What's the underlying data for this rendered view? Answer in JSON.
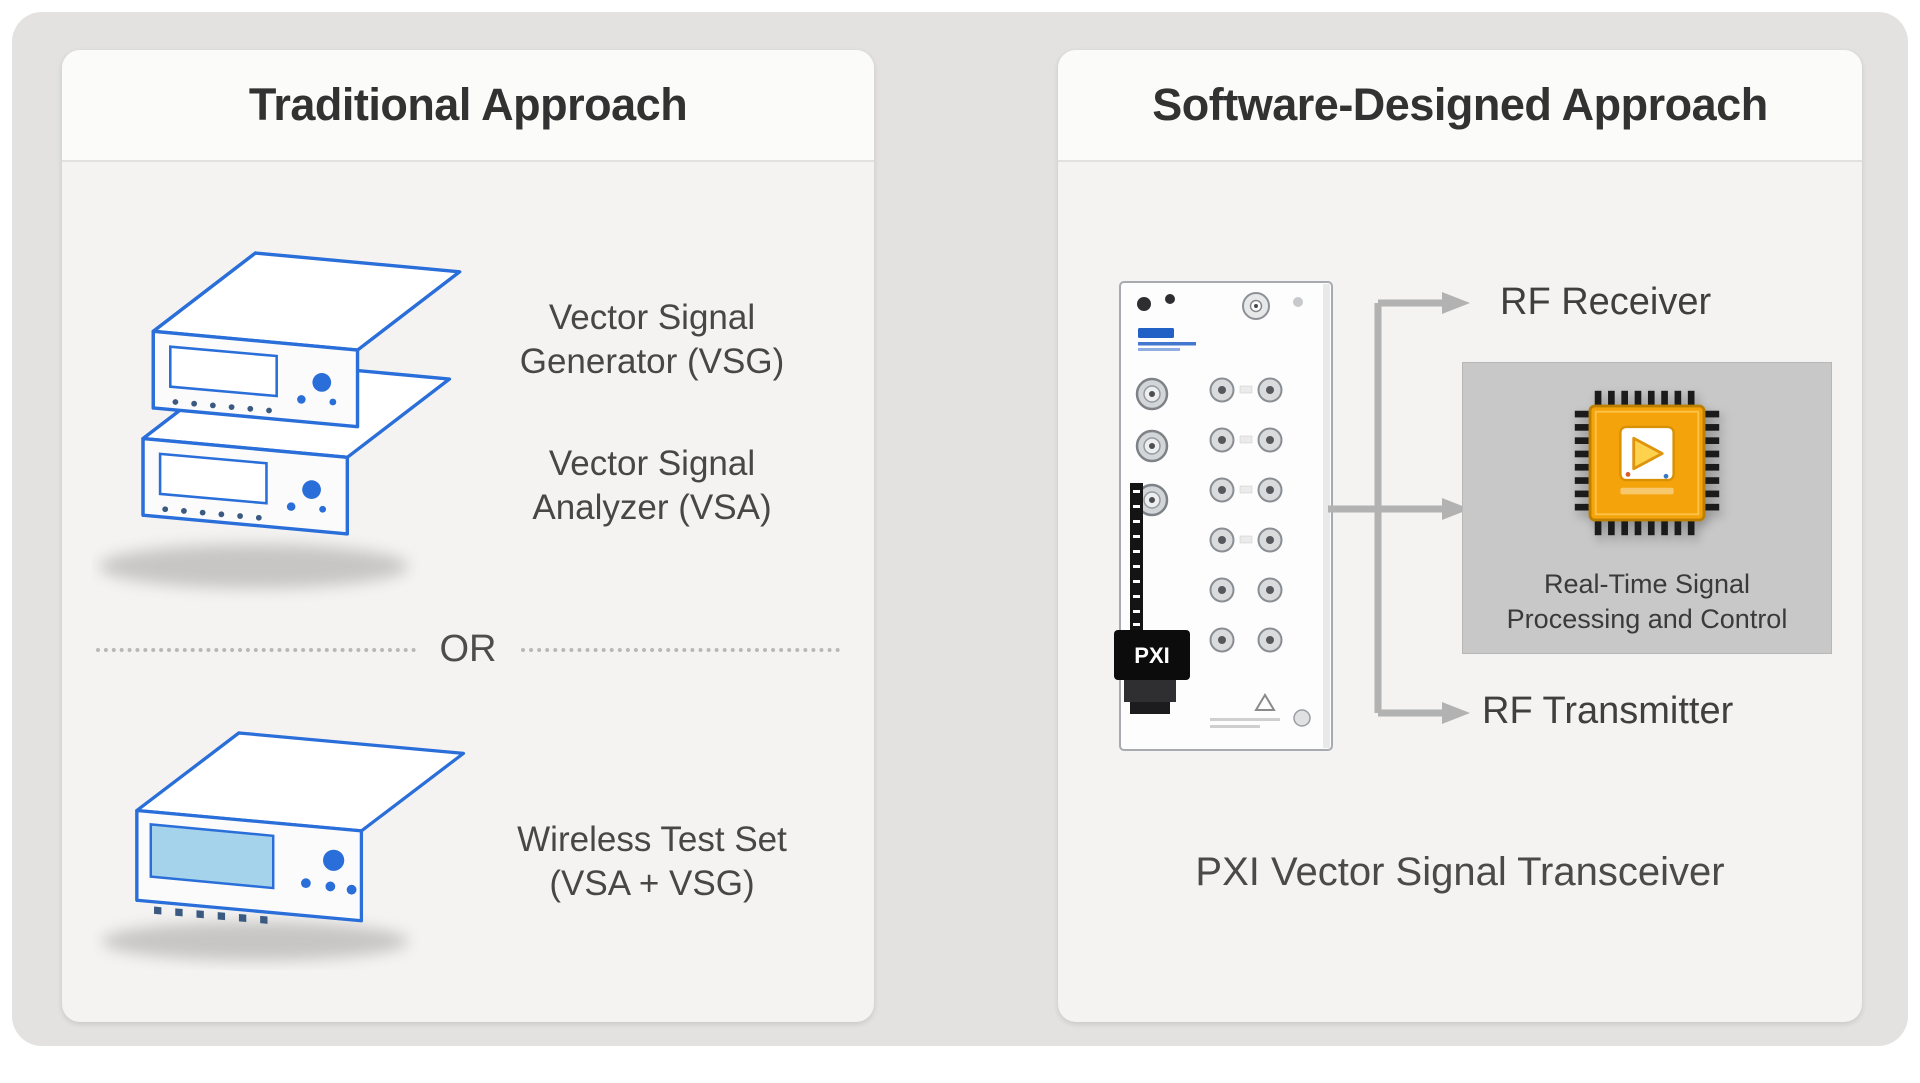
{
  "left_panel": {
    "title": "Traditional Approach",
    "vsg_label": {
      "line1": "Vector Signal",
      "line2": "Generator (VSG)"
    },
    "vsa_label": {
      "line1": "Vector Signal",
      "line2": "Analyzer (VSA)"
    },
    "or_label": "OR",
    "test_set_label": {
      "line1": "Wireless Test Set",
      "line2": "(VSA + VSG)"
    }
  },
  "right_panel": {
    "title": "Software-Designed Approach",
    "module": {
      "pxi_badge": "PXI"
    },
    "rf_receiver_label": "RF Receiver",
    "rf_transmitter_label": "RF Transmitter",
    "processing_box": {
      "line1": "Real-Time Signal",
      "line2": "Processing and Control"
    },
    "caption": "PXI Vector Signal Transceiver"
  },
  "icons": {
    "processing_chip": "fpga-chip-icon",
    "flow_arrows": "arrow-right-icon"
  },
  "colors": {
    "instrument_outline": "#2a6ed9",
    "instrument_side_gray": "#b7bcc2",
    "screen_blue": "#a6d3ec",
    "arrow_gray": "#b2b2b2",
    "chip_orange": "#f4a30b",
    "processing_box_bg": "#c8c8c8",
    "panel_bg": "#f4f3f2",
    "canvas_bg": "#e3e2e0"
  }
}
